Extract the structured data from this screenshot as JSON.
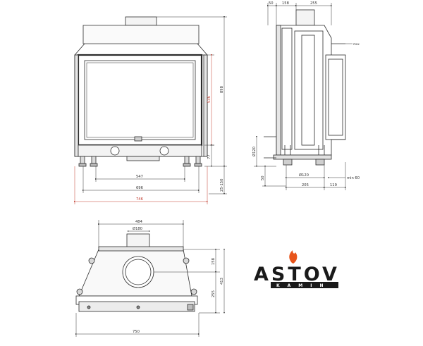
{
  "front_view": {
    "dims": {
      "width_total": "746",
      "width_body": "696",
      "width_glass": "547",
      "height_total": "898",
      "height_glass": "536",
      "height_feet": "77",
      "feet_range": "25-150"
    }
  },
  "side_view": {
    "dims": {
      "top_offset": "50",
      "top_mid": "158",
      "top_depth": "255",
      "max_label": "max",
      "side_pipe": "Ø120",
      "bottom_left": "50",
      "pipe_dia": "Ø120",
      "min_label": "min 60",
      "depth_205": "205",
      "depth_119": "119"
    }
  },
  "top_view": {
    "dims": {
      "width_484": "484",
      "flue_dia": "Ø180",
      "height_158": "158",
      "height_255": "255",
      "height_413": "413",
      "width_750": "750"
    }
  },
  "brand": {
    "name": "ASTOV",
    "sub": "KAMIN",
    "accent": "#e8541a"
  },
  "colors": {
    "line": "#2b2b2b",
    "dim_red": "#c0392b",
    "hatch": "#9a9a9a"
  }
}
